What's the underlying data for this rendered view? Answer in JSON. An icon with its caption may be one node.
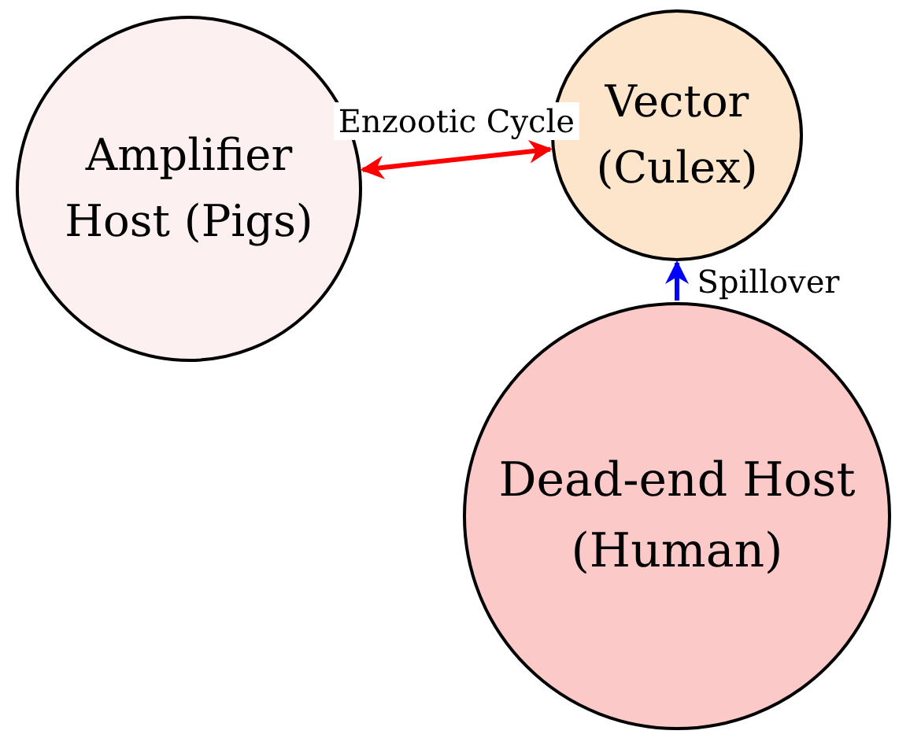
{
  "diagram": {
    "nodes": [
      {
        "text": [
          "Amplifier Host (Pigs)"
        ]
      },
      {
        "text": [
          "Vector (Culex)"
        ]
      },
      {
        "text": [
          "Dead-end Host (Human)"
        ]
      }
    ],
    "edges": [
      {
        "from": 0,
        "to": 1,
        "arrow": "both",
        "label": "Enzootic Cycle",
        "color": "#ff0000"
      },
      {
        "from": 2,
        "to": 1,
        "arrow": "to",
        "label": "Spillover",
        "color": "#0000ff"
      }
    ]
  }
}
